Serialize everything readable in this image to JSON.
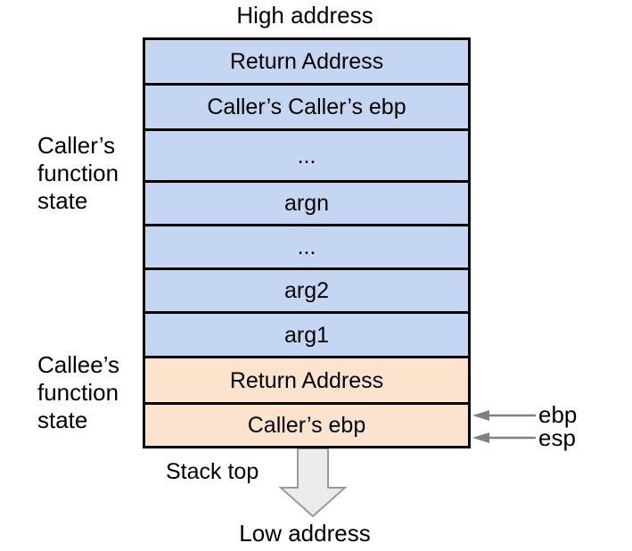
{
  "diagram": {
    "title_top": "High address",
    "title_bottom": "Low address",
    "stack_top_caption": "Stack top",
    "colors": {
      "caller_frame_fill": "#c5d6f2",
      "callee_frame_fill": "#fce3cd",
      "border": "#000000",
      "arrow_gray": "#808080",
      "growth_arrow_fill": "#ebebeb",
      "growth_arrow_stroke": "#999999"
    },
    "groups": [
      {
        "id": "caller",
        "lines": [
          "Caller’s",
          "function",
          "state"
        ]
      },
      {
        "id": "callee",
        "lines": [
          "Callee’s",
          "function",
          "state"
        ]
      }
    ],
    "stack_rows": [
      {
        "label": "Return Address",
        "frame": "caller",
        "fill": "blue"
      },
      {
        "label": "Caller’s Caller’s ebp",
        "frame": "caller",
        "fill": "blue"
      },
      {
        "label": "...",
        "frame": "caller",
        "fill": "blue"
      },
      {
        "label": "argn",
        "frame": "caller",
        "fill": "blue"
      },
      {
        "label": "...",
        "frame": "caller",
        "fill": "blue"
      },
      {
        "label": "arg2",
        "frame": "caller",
        "fill": "blue"
      },
      {
        "label": "arg1",
        "frame": "caller",
        "fill": "blue"
      },
      {
        "label": "Return Address",
        "frame": "callee",
        "fill": "orange"
      },
      {
        "label": "Caller’s ebp",
        "frame": "callee",
        "fill": "orange"
      }
    ],
    "registers": [
      {
        "name": "ebp",
        "points_to_row": 8
      },
      {
        "name": "esp",
        "points_to_row": 8
      }
    ]
  }
}
